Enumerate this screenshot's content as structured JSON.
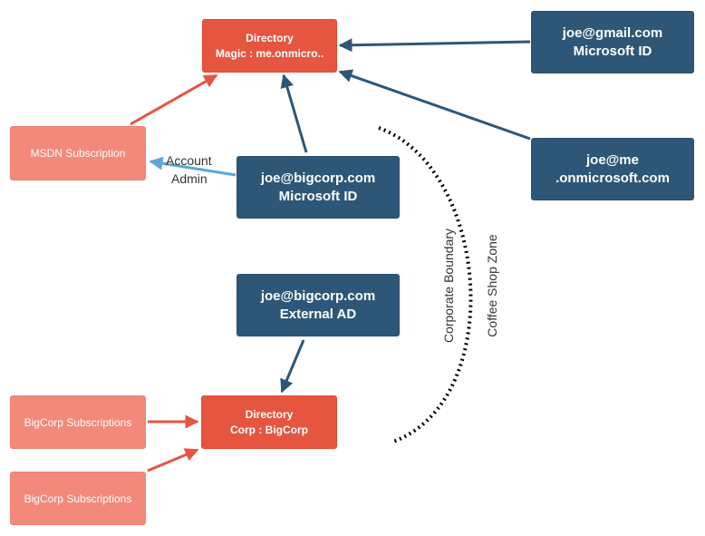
{
  "colors": {
    "directory": "#e5553f",
    "identity": "#2e5777",
    "subscription": "#f2897a",
    "red_arrow": "#e5553f",
    "blue_arrow": "#2e5777",
    "light_blue_arrow": "#5aa7db",
    "boundary": "#000000"
  },
  "nodes": {
    "dir_magic": {
      "line1": "Directory",
      "line2": "Magic : me.onmicro.."
    },
    "dir_corp": {
      "line1": "Directory",
      "line2": "Corp : BigCorp"
    },
    "joe_gmail": {
      "line1": "joe@gmail.com",
      "line2": "Microsoft ID"
    },
    "joe_me": {
      "line1": "joe@me",
      "line2": ".onmicrosoft.com"
    },
    "joe_bigcorp_msid": {
      "line1": "joe@bigcorp.com",
      "line2": "Microsoft ID"
    },
    "joe_bigcorp_ad": {
      "line1": "joe@bigcorp.com",
      "line2": "External AD"
    },
    "msdn_sub": {
      "label": "MSDN Subscription"
    },
    "bigcorp_sub_1": {
      "label": "BigCorp Subscriptions"
    },
    "bigcorp_sub_2": {
      "label": "BigCorp Subscriptions"
    }
  },
  "edge_labels": {
    "account_admin_1": "Account",
    "account_admin_2": "Admin"
  },
  "zones": {
    "corporate": "Corporate Boundary",
    "coffee": "Coffee Shop Zone"
  }
}
